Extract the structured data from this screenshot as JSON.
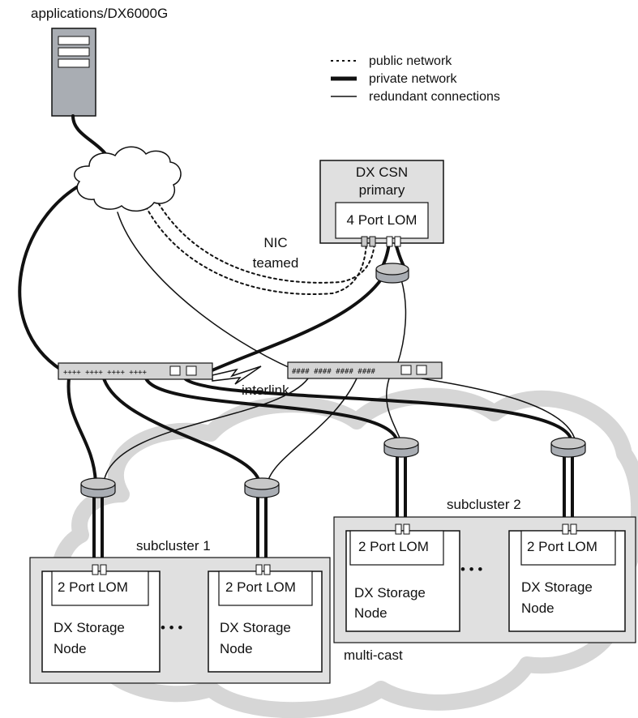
{
  "title": "applications/DX6000G",
  "legend": [
    {
      "style": "dotted",
      "label": "public network"
    },
    {
      "style": "thick",
      "label": "private network"
    },
    {
      "style": "thin",
      "label": "redundant connections"
    }
  ],
  "csn": {
    "title_line1": "DX CSN",
    "title_line2": "primary",
    "lom": "4 Port LOM"
  },
  "nic_line1": "NIC",
  "nic_line2": "teamed",
  "interlink": "interlink",
  "subcluster1": "subcluster 1",
  "subcluster2": "subcluster 2",
  "multicast": "multi-cast",
  "ellipsis": "• • •",
  "storage_nodes": [
    {
      "lom": "2 Port LOM",
      "line1": "DX Storage",
      "line2": "Node"
    },
    {
      "lom": "2 Port LOM",
      "line1": "DX Storage",
      "line2": "Node"
    },
    {
      "lom": "2 Port LOM",
      "line1": "DX Storage",
      "line2": "Node"
    },
    {
      "lom": "2 Port LOM",
      "line1": "DX Storage",
      "line2": "Node"
    }
  ],
  "colors": {
    "server_fill": "#a9adb3",
    "panel_fill": "#e0e0e0",
    "cloud_stroke": "#d6d6d6",
    "switch_fill": "#d4d4d4",
    "line": "#111111"
  }
}
